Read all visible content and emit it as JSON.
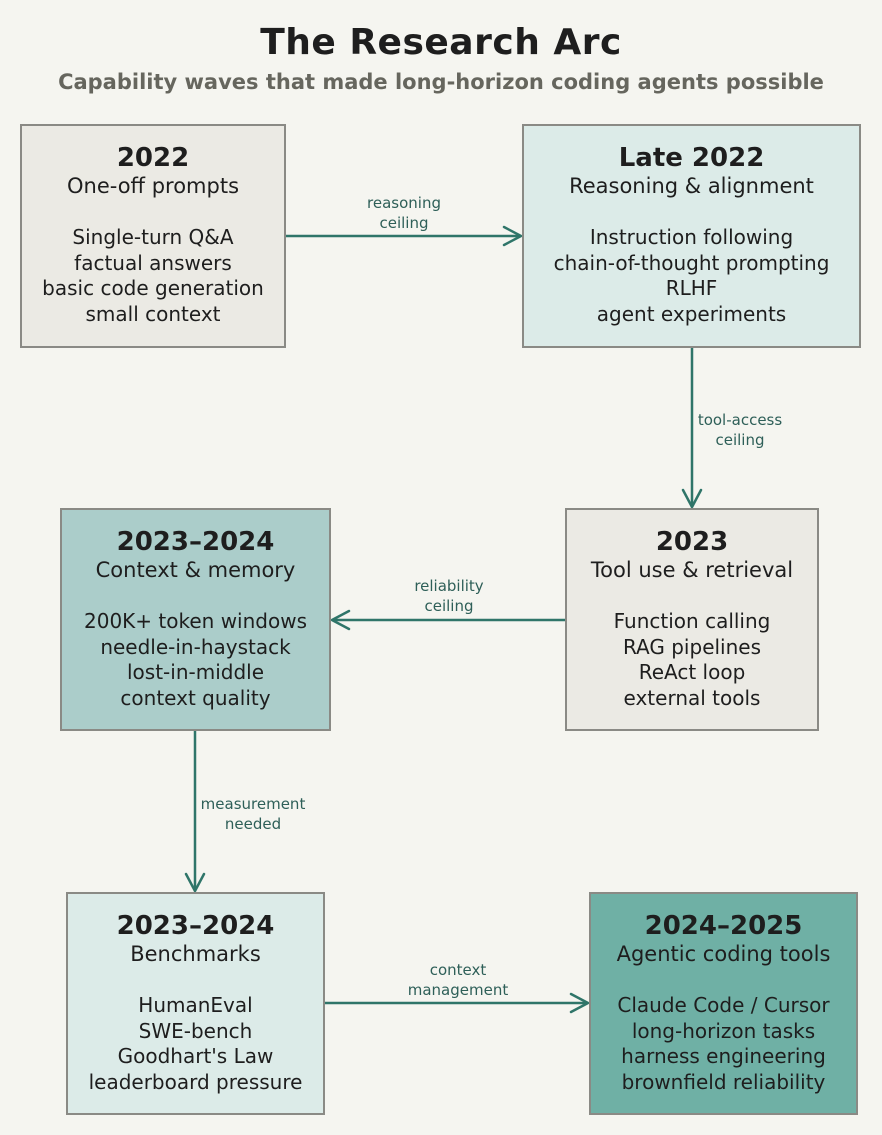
{
  "title": "The Research Arc",
  "subtitle": "Capability waves that made long-horizon coding agents possible",
  "colors": {
    "arrow": "#2f7569",
    "label": "#2e5f58",
    "neutral_box": "#ebeae4",
    "light_teal_box": "#dcebe8",
    "mid_teal_box": "#abcdca",
    "dark_teal_box": "#6fb0a5"
  },
  "stages": [
    {
      "year": "2022",
      "heading": "One-off prompts",
      "items": [
        "Single-turn Q&A",
        "factual answers",
        "basic code generation",
        "small context"
      ]
    },
    {
      "year": "Late 2022",
      "heading": "Reasoning & alignment",
      "items": [
        "Instruction following",
        "chain-of-thought prompting",
        "RLHF",
        "agent experiments"
      ]
    },
    {
      "year": "2023",
      "heading": "Tool use & retrieval",
      "items": [
        "Function calling",
        "RAG pipelines",
        "ReAct loop",
        "external tools"
      ]
    },
    {
      "year": "2023–2024",
      "heading": "Context & memory",
      "items": [
        "200K+ token windows",
        "needle-in-haystack",
        "lost-in-middle",
        "context quality"
      ]
    },
    {
      "year": "2023–2024",
      "heading": "Benchmarks",
      "items": [
        "HumanEval",
        "SWE-bench",
        "Goodhart's Law",
        "leaderboard pressure"
      ]
    },
    {
      "year": "2024–2025",
      "heading": "Agentic coding tools",
      "items": [
        "Claude Code / Cursor",
        "long-horizon tasks",
        "harness engineering",
        "brownfield reliability"
      ]
    }
  ],
  "transitions": [
    {
      "from": "2022",
      "to": "Late 2022",
      "line1": "reasoning",
      "line2": "ceiling"
    },
    {
      "from": "Late 2022",
      "to": "2023",
      "line1": "tool-access",
      "line2": "ceiling"
    },
    {
      "from": "2023",
      "to": "2023–2024",
      "line1": "reliability",
      "line2": "ceiling"
    },
    {
      "from": "2023–2024",
      "to": "2023–2024",
      "line1": "measurement",
      "line2": "needed"
    },
    {
      "from": "2023–2024",
      "to": "2024–2025",
      "line1": "context",
      "line2": "management"
    }
  ]
}
